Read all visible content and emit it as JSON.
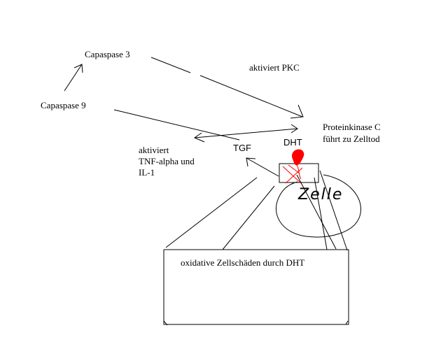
{
  "labels": {
    "caspase3": "Capaspase 3",
    "caspase9": "Capaspase 9",
    "pkc_activation": "aktiviert PKC",
    "pkc_line1": "Proteinkinase C",
    "pkc_line2": "führt zu Zelltod",
    "dht": "DHT",
    "tgf": "TGF",
    "tnf_line1": "aktiviert",
    "tnf_line2": "TNF-alpha und",
    "tnf_line3": "IL-1",
    "zoom_box": "oxidative Zellschäden durch DHT",
    "cell": "Zelle"
  },
  "colors": {
    "ink": "#000000",
    "dht_blob": "#ff0000",
    "cross": "#ff0000"
  }
}
